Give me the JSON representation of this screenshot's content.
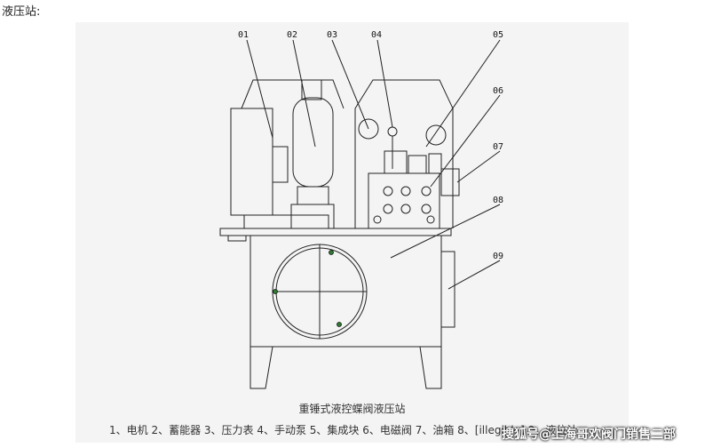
{
  "page": {
    "heading": "液压站:"
  },
  "figure": {
    "caption": "重锤式液控蝶阀液压站",
    "legend": "1、电机 2、蓄能器 3、压力表 4、手动泵 5、集成块 6、电磁阀 7、油箱 8、[illegible] 9、液位计",
    "callouts": [
      "01",
      "02",
      "03",
      "04",
      "05",
      "06",
      "07",
      "08",
      "09"
    ]
  },
  "watermark": "搜狐号@上海哥欢阀门销售二部"
}
